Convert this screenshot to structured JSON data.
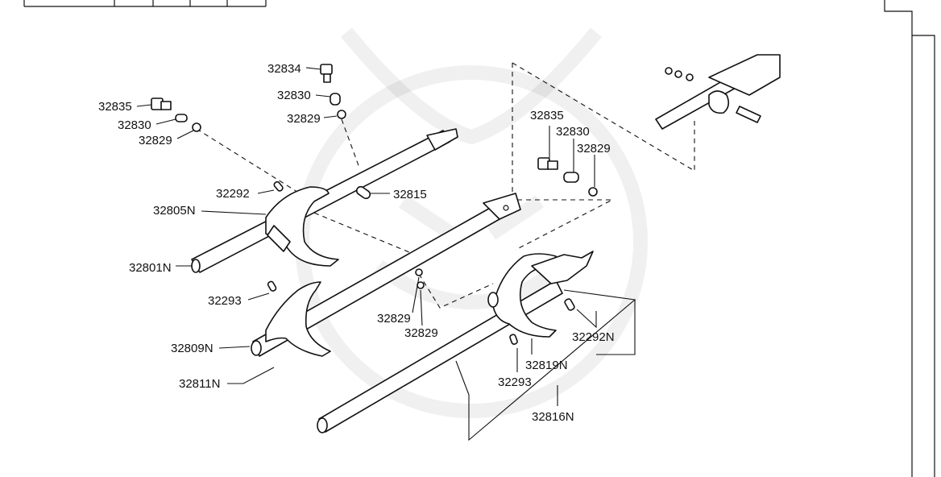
{
  "labels": {
    "l_32834": "32834",
    "l_32830_top": "32830",
    "l_32829_top": "32829",
    "l_32835_left": "32835",
    "l_32830_left": "32830",
    "l_32829_left": "32829",
    "l_32292": "32292",
    "l_32815": "32815",
    "l_32805N": "32805N",
    "l_32801N": "32801N",
    "l_32293_left": "32293",
    "l_32809N": "32809N",
    "l_32811N": "32811N",
    "l_32829_mid_a": "32829",
    "l_32829_mid_b": "32829",
    "l_32835_right": "32835",
    "l_32830_right": "32830",
    "l_32829_right": "32829",
    "l_32292N": "32292N",
    "l_32819N": "32819N",
    "l_32293_right": "32293",
    "l_32816N": "32816N"
  }
}
